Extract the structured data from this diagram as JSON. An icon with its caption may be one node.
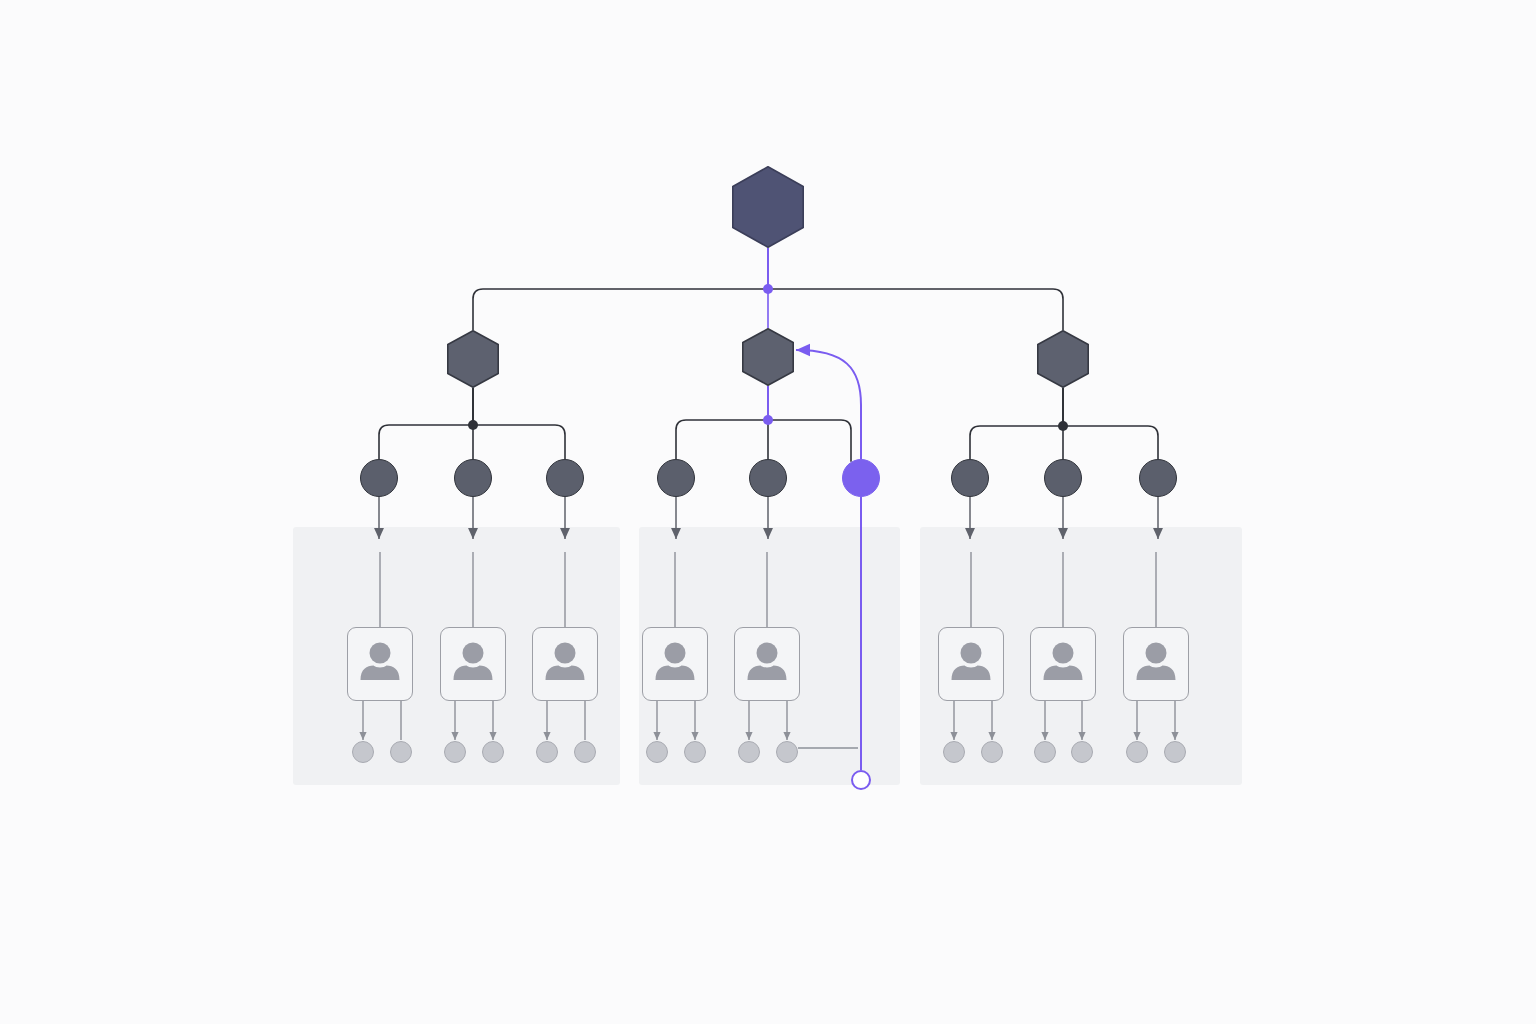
{
  "diagram": {
    "nodes": [
      {
        "text": [],
        "shape": "hexagon"
      },
      {
        "text": [],
        "shape": "hexagon"
      },
      {
        "text": [],
        "shape": "hexagon"
      },
      {
        "text": [],
        "shape": "hexagon"
      },
      {
        "text": [],
        "shape": "circle"
      },
      {
        "text": [],
        "shape": "circle"
      },
      {
        "text": [],
        "shape": "circle"
      },
      {
        "text": [],
        "shape": "circle"
      },
      {
        "text": [],
        "shape": "circle"
      },
      {
        "text": [],
        "shape": "circle"
      },
      {
        "text": [],
        "shape": "circle"
      },
      {
        "text": [],
        "shape": "circle"
      },
      {
        "text": [],
        "shape": "circle"
      },
      {
        "text": [],
        "shape": "box"
      },
      {
        "text": [],
        "shape": "person",
        "in": 13
      },
      {
        "text": [],
        "shape": "person",
        "in": 13
      },
      {
        "text": [],
        "shape": "person",
        "in": 13
      },
      {
        "text": [],
        "shape": "circle",
        "in": 13
      },
      {
        "text": [],
        "shape": "circle",
        "in": 13
      },
      {
        "text": [],
        "shape": "circle",
        "in": 13
      },
      {
        "text": [],
        "shape": "circle",
        "in": 13
      },
      {
        "text": [],
        "shape": "circle",
        "in": 13
      },
      {
        "text": [],
        "shape": "circle",
        "in": 13
      },
      {
        "text": [],
        "shape": "box"
      },
      {
        "text": [],
        "shape": "person",
        "in": 23
      },
      {
        "text": [],
        "shape": "person",
        "in": 23
      },
      {
        "text": [],
        "shape": "circle",
        "in": 23
      },
      {
        "text": [],
        "shape": "circle",
        "in": 23
      },
      {
        "text": [],
        "shape": "circle",
        "in": 23
      },
      {
        "text": [],
        "shape": "circle",
        "in": 23
      },
      {
        "text": [],
        "shape": "box"
      },
      {
        "text": [],
        "shape": "person",
        "in": 30
      },
      {
        "text": [],
        "shape": "person",
        "in": 30
      },
      {
        "text": [],
        "shape": "person",
        "in": 30
      },
      {
        "text": [],
        "shape": "circle",
        "in": 30
      },
      {
        "text": [],
        "shape": "circle",
        "in": 30
      },
      {
        "text": [],
        "shape": "circle",
        "in": 30
      },
      {
        "text": [],
        "shape": "circle",
        "in": 30
      },
      {
        "text": [],
        "shape": "circle",
        "in": 30
      },
      {
        "text": [],
        "shape": "circle",
        "in": 30
      },
      {
        "text": [],
        "shape": "ring"
      }
    ],
    "edges": [
      {
        "from": 0,
        "to": 1,
        "arrow": "none",
        "color": "#2f3138"
      },
      {
        "from": 0,
        "to": 2,
        "arrow": "none",
        "color": "#7a5cf0"
      },
      {
        "from": 0,
        "to": 3,
        "arrow": "none",
        "color": "#2f3138"
      },
      {
        "from": 1,
        "to": 4,
        "arrow": "none",
        "color": "#2f3138"
      },
      {
        "from": 1,
        "to": 5,
        "arrow": "none",
        "color": "#2f3138"
      },
      {
        "from": 1,
        "to": 6,
        "arrow": "none",
        "color": "#2f3138"
      },
      {
        "from": 2,
        "to": 7,
        "arrow": "none",
        "color": "#2f3138"
      },
      {
        "from": 2,
        "to": 8,
        "arrow": "none",
        "color": "#2f3138"
      },
      {
        "from": 2,
        "to": 9,
        "arrow": "none",
        "color": "#2f3138"
      },
      {
        "from": 3,
        "to": 10,
        "arrow": "none",
        "color": "#2f3138"
      },
      {
        "from": 3,
        "to": 11,
        "arrow": "none",
        "color": "#2f3138"
      },
      {
        "from": 3,
        "to": 12,
        "arrow": "none",
        "color": "#2f3138"
      },
      {
        "from": 4,
        "to": 13,
        "arrow": "to",
        "color": "#5f626b"
      },
      {
        "from": 5,
        "to": 13,
        "arrow": "to",
        "color": "#5f626b"
      },
      {
        "from": 6,
        "to": 13,
        "arrow": "to",
        "color": "#5f626b"
      },
      {
        "from": 7,
        "to": 23,
        "arrow": "to",
        "color": "#5f626b"
      },
      {
        "from": 8,
        "to": 23,
        "arrow": "to",
        "color": "#5f626b"
      },
      {
        "from": 10,
        "to": 30,
        "arrow": "to",
        "color": "#5f626b"
      },
      {
        "from": 11,
        "to": 30,
        "arrow": "to",
        "color": "#5f626b"
      },
      {
        "from": 12,
        "to": 30,
        "arrow": "to",
        "color": "#5f626b"
      },
      {
        "from": null,
        "to": 14,
        "arrow": "none"
      },
      {
        "from": null,
        "to": 15,
        "arrow": "none"
      },
      {
        "from": null,
        "to": 16,
        "arrow": "none"
      },
      {
        "from": null,
        "to": 24,
        "arrow": "none"
      },
      {
        "from": null,
        "to": 25,
        "arrow": "none"
      },
      {
        "from": null,
        "to": 31,
        "arrow": "none"
      },
      {
        "from": null,
        "to": 32,
        "arrow": "none"
      },
      {
        "from": null,
        "to": 33,
        "arrow": "none"
      },
      {
        "from": 14,
        "to": 17,
        "arrow": "to"
      },
      {
        "from": 14,
        "to": 18,
        "arrow": "none"
      },
      {
        "from": 15,
        "to": 19,
        "arrow": "to"
      },
      {
        "from": 15,
        "to": 20,
        "arrow": "to"
      },
      {
        "from": 16,
        "to": 21,
        "arrow": "to"
      },
      {
        "from": 16,
        "to": 22,
        "arrow": "none"
      },
      {
        "from": 24,
        "to": 26,
        "arrow": "to"
      },
      {
        "from": 24,
        "to": 27,
        "arrow": "to"
      },
      {
        "from": 25,
        "to": 28,
        "arrow": "to"
      },
      {
        "from": 25,
        "to": 29,
        "arrow": "to"
      },
      {
        "from": 31,
        "to": 34,
        "arrow": "to"
      },
      {
        "from": 31,
        "to": 35,
        "arrow": "to"
      },
      {
        "from": 32,
        "to": 36,
        "arrow": "to"
      },
      {
        "from": 32,
        "to": 37,
        "arrow": "to"
      },
      {
        "from": 33,
        "to": 38,
        "arrow": "to"
      },
      {
        "from": 33,
        "to": 39,
        "arrow": "to"
      },
      {
        "from": 9,
        "to": 2,
        "arrow": "to",
        "color": "#7a5cf0"
      },
      {
        "from": 40,
        "to": 9,
        "arrow": "none",
        "color": "#7a5cf0"
      },
      {
        "from": 29,
        "to": null,
        "arrow": "none"
      }
    ]
  }
}
